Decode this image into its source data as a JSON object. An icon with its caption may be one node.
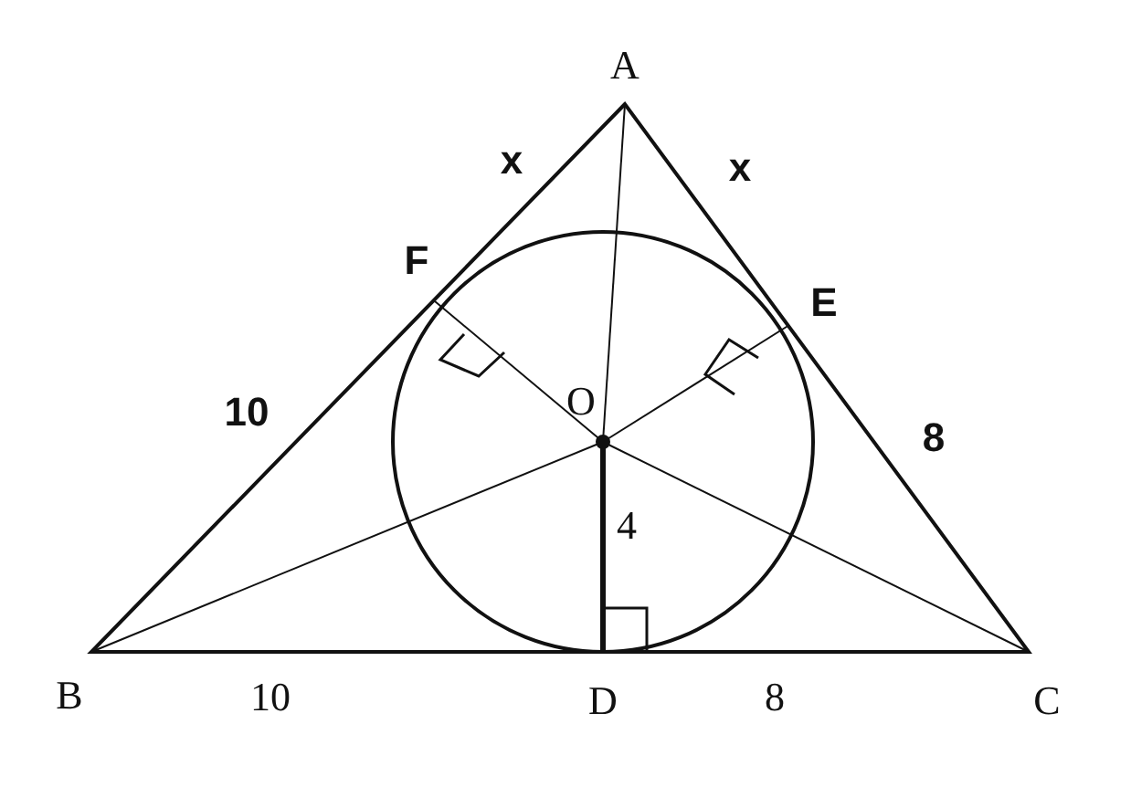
{
  "diagram": {
    "labels": [
      "A",
      "x",
      "x",
      "F",
      "E",
      "10",
      "O",
      "8",
      "4",
      "B",
      "10",
      "D",
      "8",
      "C"
    ]
  }
}
